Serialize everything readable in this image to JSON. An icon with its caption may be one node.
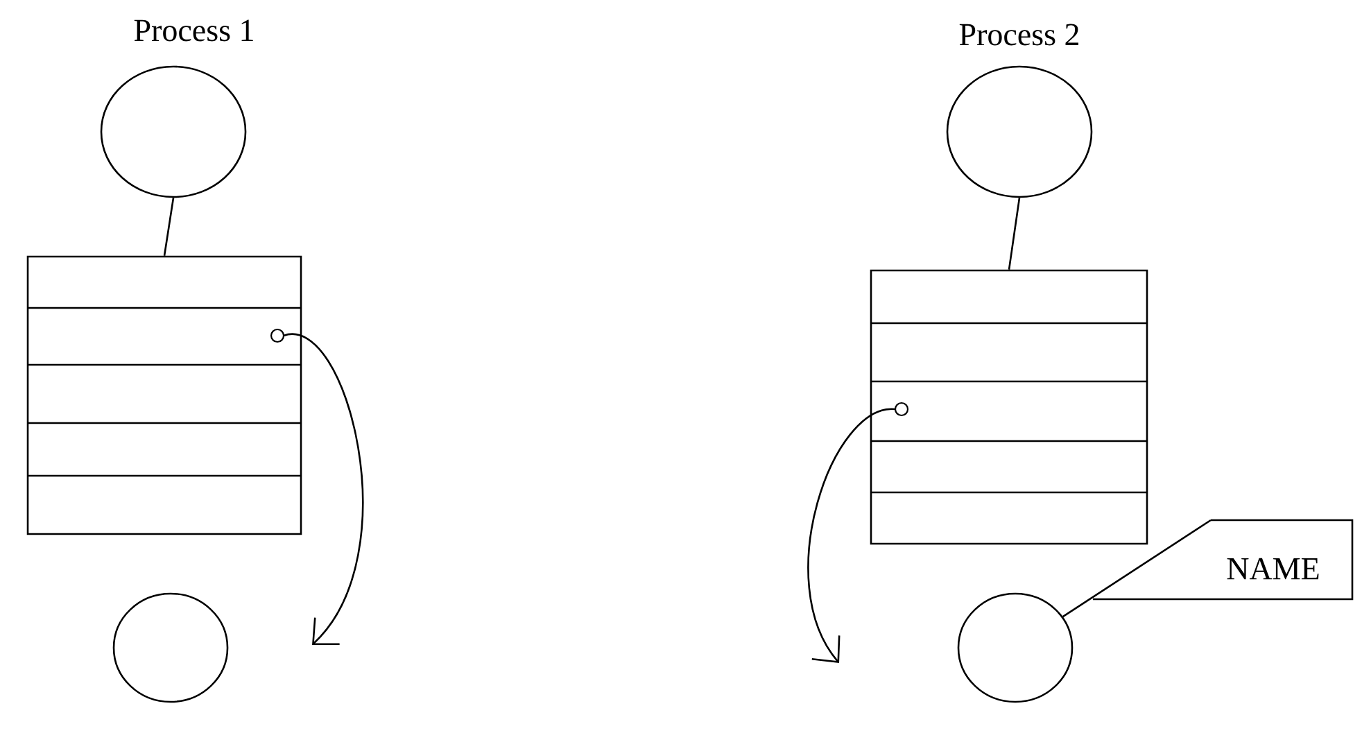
{
  "diagram": {
    "nodes": [
      {
        "text": [],
        "shape": "circle",
        "beside": [
          "Process 1"
        ]
      },
      {
        "text": [],
        "shape": "box"
      },
      {
        "text": [],
        "shape": "circle"
      },
      {
        "text": [],
        "shape": "circle",
        "beside": [
          "Process 2"
        ]
      },
      {
        "text": [],
        "shape": "box"
      },
      {
        "text": [],
        "shape": "circle"
      },
      {
        "text": [
          "NAME"
        ]
      }
    ],
    "edges": [
      {
        "from": 0,
        "to": 1,
        "arrow": "none"
      },
      {
        "from": 1,
        "to": null,
        "arrow": "to"
      },
      {
        "from": 3,
        "to": 4,
        "arrow": "none"
      },
      {
        "from": 4,
        "to": null,
        "arrow": "to"
      },
      {
        "from": 6,
        "to": 5,
        "arrow": "none"
      }
    ]
  }
}
